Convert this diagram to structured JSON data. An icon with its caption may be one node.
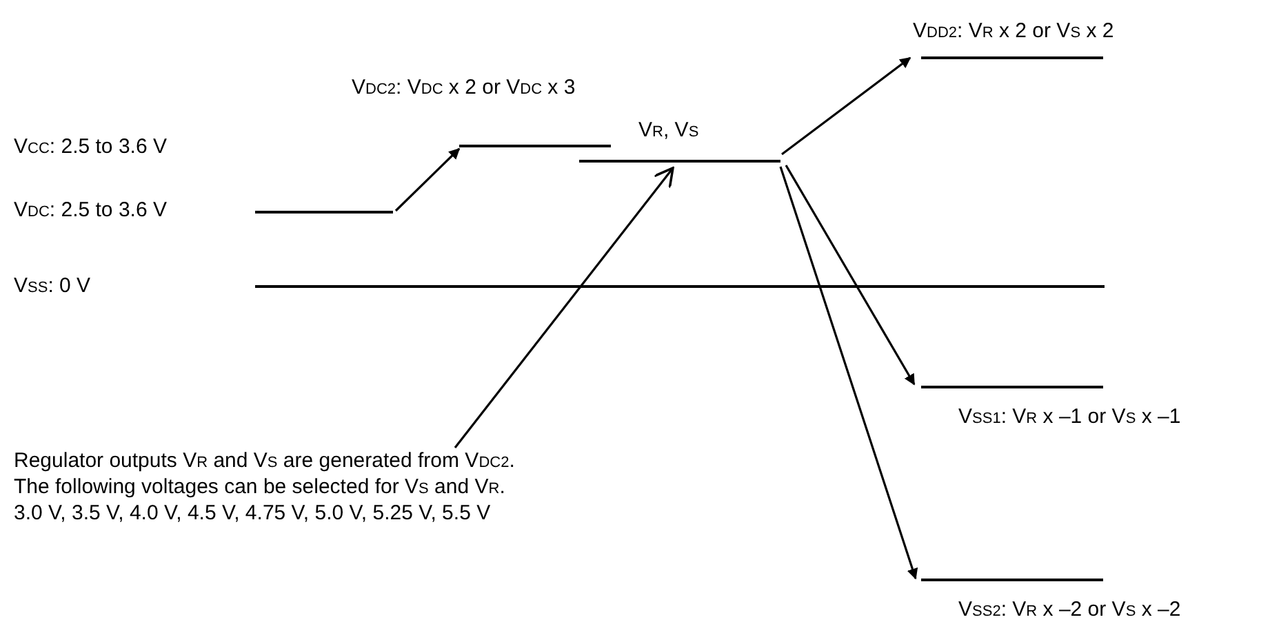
{
  "diagram": {
    "nodes": [
      {
        "text": [
          "V$_{DC}$: 2.5 to 3.6 V"
        ]
      },
      {
        "text": [
          "V$_{DC2}$: V$_{DC}$ x 2 or V$_{DC}$ x 3"
        ]
      },
      {
        "text": [
          "V$_{R}$, V$_{S}$"
        ]
      },
      {
        "text": [
          "V$_{DD2}$: V$_{R}$ x 2 or V$_{S}$ x 2"
        ]
      },
      {
        "text": [
          "V$_{SS1}$: V$_{R}$ x –1 or V$_{S}$ x –1"
        ]
      },
      {
        "text": [
          "V$_{SS2}$: V$_{R}$ x –2 or V$_{S}$ x –2"
        ]
      },
      {
        "text": [
          "Regulator outputs V$_{R}$ and V$_{S}$ are generated from V$_{DC2}$.",
          "The following voltages can be selected for V$_{S}$ and V$_{R}$.",
          "3.0 V, 3.5 V, 4.0 V, 4.5 V, 4.75 V, 5.0 V, 5.25 V, 5.5 V"
        ]
      }
    ],
    "edges": [
      {
        "from": 0,
        "to": 1,
        "arrow": "to"
      },
      {
        "from": 2,
        "to": 3,
        "arrow": "to"
      },
      {
        "from": 2,
        "to": 4,
        "arrow": "to"
      },
      {
        "from": 2,
        "to": 5,
        "arrow": "to"
      },
      {
        "from": 6,
        "to": 2,
        "arrow": "to"
      }
    ],
    "labels": [
      "V$_{CC}$: 2.5 to 3.6 V",
      "V$_{SS}$: 0 V"
    ]
  }
}
